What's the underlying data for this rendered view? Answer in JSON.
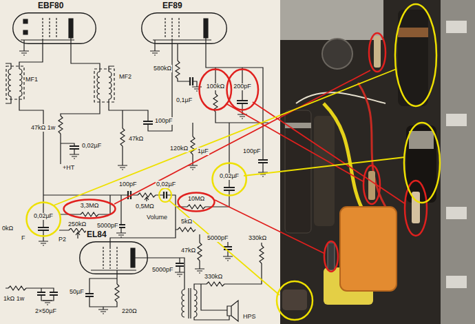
{
  "diagram": {
    "nodes": [
      {
        "text": [
          "EBF80"
        ]
      },
      {
        "text": [
          "EF89"
        ]
      },
      {
        "text": [
          "100kΩ"
        ]
      },
      {
        "text": [
          "200pF"
        ]
      },
      {
        "text": [
          "0,02µF"
        ]
      },
      {
        "text": [
          "10MΩ"
        ]
      },
      {
        "text": [
          "3,3MΩ"
        ]
      },
      {
        "text": [
          "0,02µF"
        ]
      },
      {
        "text": [
          "EL84"
        ]
      }
    ],
    "labels": [
      "MF1",
      "580kΩ",
      "MF2",
      "0,1µF",
      "100pF",
      "47kΩ 1w",
      "47kΩ",
      "0,02µF",
      "120kΩ",
      "1µF",
      "100pF",
      "+HT",
      "100pF",
      "0,02µF",
      "0,5MΩ",
      "Volume",
      "5kΩ",
      "250kΩ",
      "5000pF",
      "0kΩ",
      "F",
      "P2",
      "5000pF",
      "330kΩ",
      "47kΩ",
      "5000pF",
      "330kΩ",
      "50µF",
      "1kΩ 1w",
      "2×50µF",
      "220Ω",
      "HPS"
    ]
  }
}
